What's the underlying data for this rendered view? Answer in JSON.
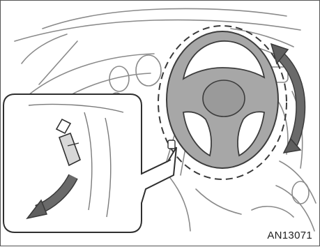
{
  "figure_code": "AN13071",
  "colors": {
    "line": "#4a4a4a",
    "wheel_fill": "#a7a7a7",
    "wheel_dark": "#8f8f8f",
    "arrow_fill": "#5f5f5f",
    "dashboard_line": "#8a8a8a"
  },
  "icons": {
    "tilt_arrow": "curved-double-headed-arrow",
    "release_arrow": "curved-arrow-down-left"
  }
}
